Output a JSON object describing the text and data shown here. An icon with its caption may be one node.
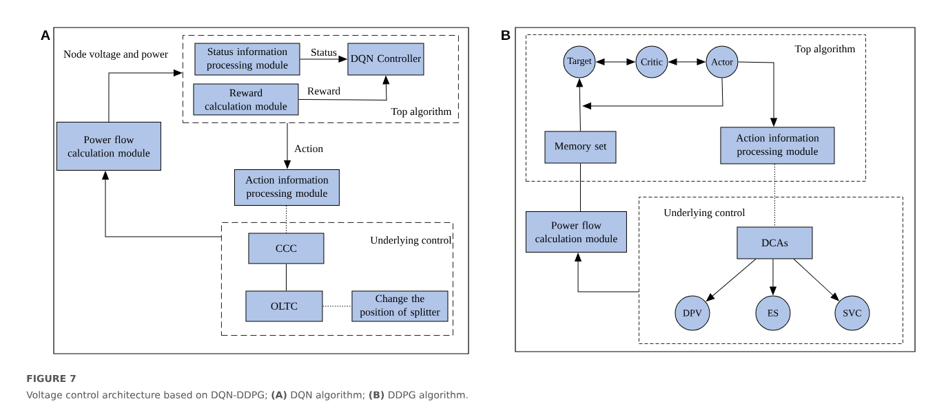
{
  "diagram": {
    "title": "FIGURE 7",
    "caption": "Voltage control architecture based on DQN-DDPG; **(A)** DQN algorithm; **(B)** DDPG algorithm.",
    "nodes": [
      {
        "text": [
          "A"
        ]
      },
      {
        "text": [
          "Top algorithm"
        ],
        "in": 0
      },
      {
        "text": [
          "Status information processing module"
        ],
        "in": 1
      },
      {
        "text": [
          "DQN Controller"
        ],
        "in": 1
      },
      {
        "text": [
          "Reward calculation module"
        ],
        "in": 1
      },
      {
        "text": [
          "Power flow calculation module"
        ],
        "in": 0
      },
      {
        "text": [
          "Action information processing module"
        ],
        "in": 0
      },
      {
        "text": [
          "Underlying control"
        ],
        "in": 0
      },
      {
        "text": [
          "CCC"
        ],
        "in": 7
      },
      {
        "text": [
          "OLTC"
        ],
        "in": 7
      },
      {
        "text": [
          "Change the position of splitter"
        ],
        "in": 7
      },
      {
        "text": [
          "B"
        ]
      },
      {
        "text": [
          "Top algorithm"
        ],
        "in": 11
      },
      {
        "text": [
          "Target"
        ],
        "in": 12
      },
      {
        "text": [
          "Critic"
        ],
        "in": 12
      },
      {
        "text": [
          "Actor"
        ],
        "in": 12
      },
      {
        "text": [
          "Memory set"
        ],
        "in": 12
      },
      {
        "text": [
          "Action information processing module"
        ],
        "in": 12
      },
      {
        "text": [
          "Power flow calculation module"
        ],
        "in": 11
      },
      {
        "text": [
          "Underlying control"
        ],
        "in": 11
      },
      {
        "text": [
          "DCAs"
        ],
        "in": 19
      },
      {
        "text": [
          "DPV"
        ],
        "in": 19
      },
      {
        "text": [
          "ES"
        ],
        "in": 19
      },
      {
        "text": [
          "SVC"
        ],
        "in": 19
      }
    ],
    "edges": [
      {
        "from": 5,
        "to": 1,
        "arrow": "to",
        "label": "Node voltage and power"
      },
      {
        "from": 2,
        "to": 3,
        "arrow": "to",
        "label": "Status"
      },
      {
        "from": 4,
        "to": 3,
        "arrow": "to",
        "label": "Reward"
      },
      {
        "from": 1,
        "to": 6,
        "arrow": "to",
        "label": "Action"
      },
      {
        "from": 6,
        "to": 8,
        "arrow": "none",
        "style": "dashed"
      },
      {
        "from": 7,
        "to": 5,
        "arrow": "to"
      },
      {
        "from": 8,
        "to": 9,
        "arrow": "none"
      },
      {
        "from": 9,
        "to": 10,
        "arrow": "none",
        "style": "dashed"
      },
      {
        "from": 13,
        "to": 14,
        "arrow": "both"
      },
      {
        "from": 14,
        "to": 15,
        "arrow": "both"
      },
      {
        "from": 16,
        "to": 13,
        "arrow": "to"
      },
      {
        "from": 15,
        "to": null,
        "arrow": "to"
      },
      {
        "from": 15,
        "to": 17,
        "arrow": "to"
      },
      {
        "from": 18,
        "to": 16,
        "arrow": "none"
      },
      {
        "from": 17,
        "to": 20,
        "arrow": "none",
        "style": "dashed"
      },
      {
        "from": 19,
        "to": 18,
        "arrow": "to"
      },
      {
        "from": 20,
        "to": 21,
        "arrow": "to"
      },
      {
        "from": 20,
        "to": 22,
        "arrow": "to"
      },
      {
        "from": 20,
        "to": 23,
        "arrow": "to"
      }
    ]
  }
}
